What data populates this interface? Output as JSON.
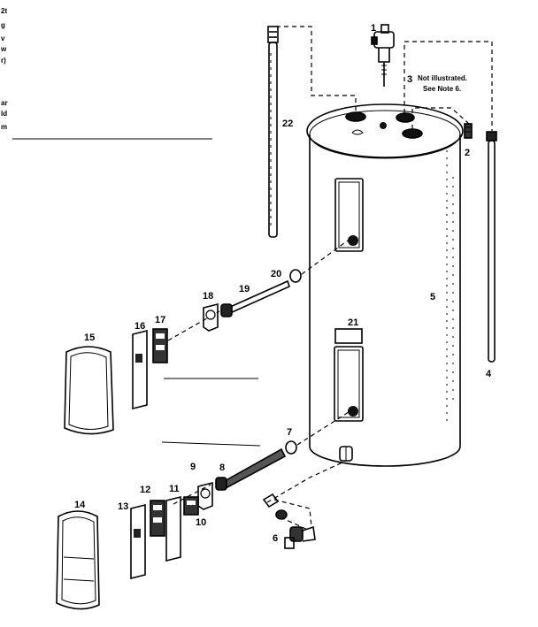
{
  "edge_fragments": [
    "2t",
    "g",
    "v",
    "w",
    "r)",
    "ar",
    "ld",
    "m"
  ],
  "callouts": {
    "p1": "1",
    "p2": "2",
    "p3": "3",
    "p4": "4",
    "p5": "5",
    "p6": "6",
    "p7": "7",
    "p8": "8",
    "p9": "9",
    "p10": "10",
    "p11": "11",
    "p12": "12",
    "p13": "13",
    "p14": "14",
    "p15": "15",
    "p16": "16",
    "p17": "17",
    "p18": "18",
    "p19": "19",
    "p20": "20",
    "p21": "21",
    "p22": "22"
  },
  "note": {
    "line1": "Not illustrated.",
    "line2": "See Note 6."
  }
}
